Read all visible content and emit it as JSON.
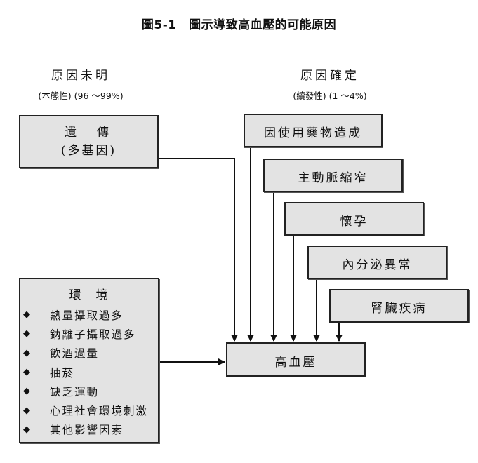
{
  "figure": {
    "title": "圖5-1　圖示導致高血壓的可能原因"
  },
  "left_group": {
    "heading": "原因未明",
    "subheading": "(本態性) (96 ～99%)",
    "genetic_box": {
      "line1": "遺　傳",
      "line2": "(多基因)"
    },
    "environment_box": {
      "title": "環　境",
      "bullet_icon": "◆",
      "items": [
        "熱量攝取過多",
        "鈉離子攝取過多",
        "飲酒過量",
        "抽菸",
        "缺乏運動",
        "心理社會環境刺激",
        "其他影響因素"
      ]
    }
  },
  "right_group": {
    "heading": "原因確定",
    "subheading": "(續發性) (1 ～4%)",
    "causes": [
      "因使用藥物造成",
      "主動脈縮窄",
      "懷孕",
      "內分泌異常",
      "腎臟疾病"
    ]
  },
  "target": {
    "label": "高血壓"
  },
  "colors": {
    "box_fill": "#e3e3e3",
    "line": "#111111"
  }
}
